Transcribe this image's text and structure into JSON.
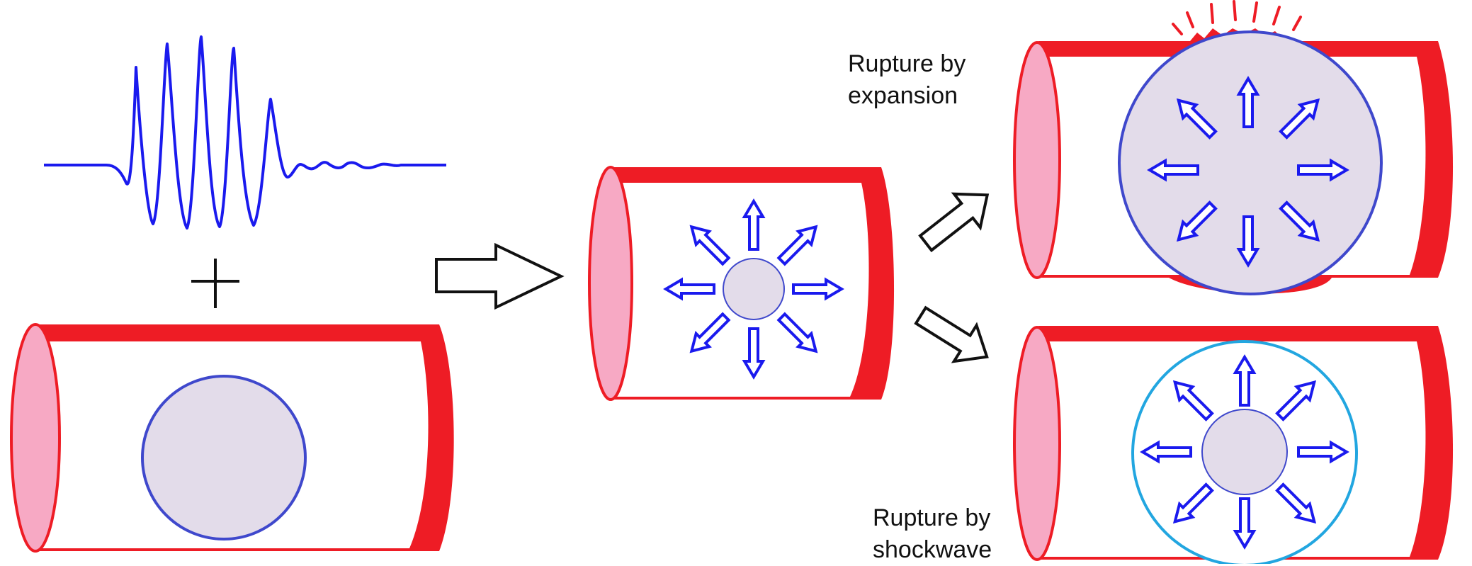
{
  "captions": {
    "expansion": {
      "line1": "Rupture by",
      "line2": "expansion"
    },
    "shockwave": {
      "line1": "Rupture by",
      "line2": "shockwave"
    }
  },
  "colors": {
    "vessel_wall": "#ee1c25",
    "vessel_opening": "#f7a9c4",
    "bubble_fill": "#e3dcea",
    "bubble_stroke": "#3f48cc",
    "arrow_blue": "#1a1aee",
    "waveform": "#1a1aee",
    "shockwave_ring": "#22a6e0",
    "outline_arrow": "#111111",
    "burst_marks": "#ee1c25"
  },
  "icons": {
    "plus": "plus-icon",
    "process_arrow": "hollow-right-arrow-icon"
  }
}
